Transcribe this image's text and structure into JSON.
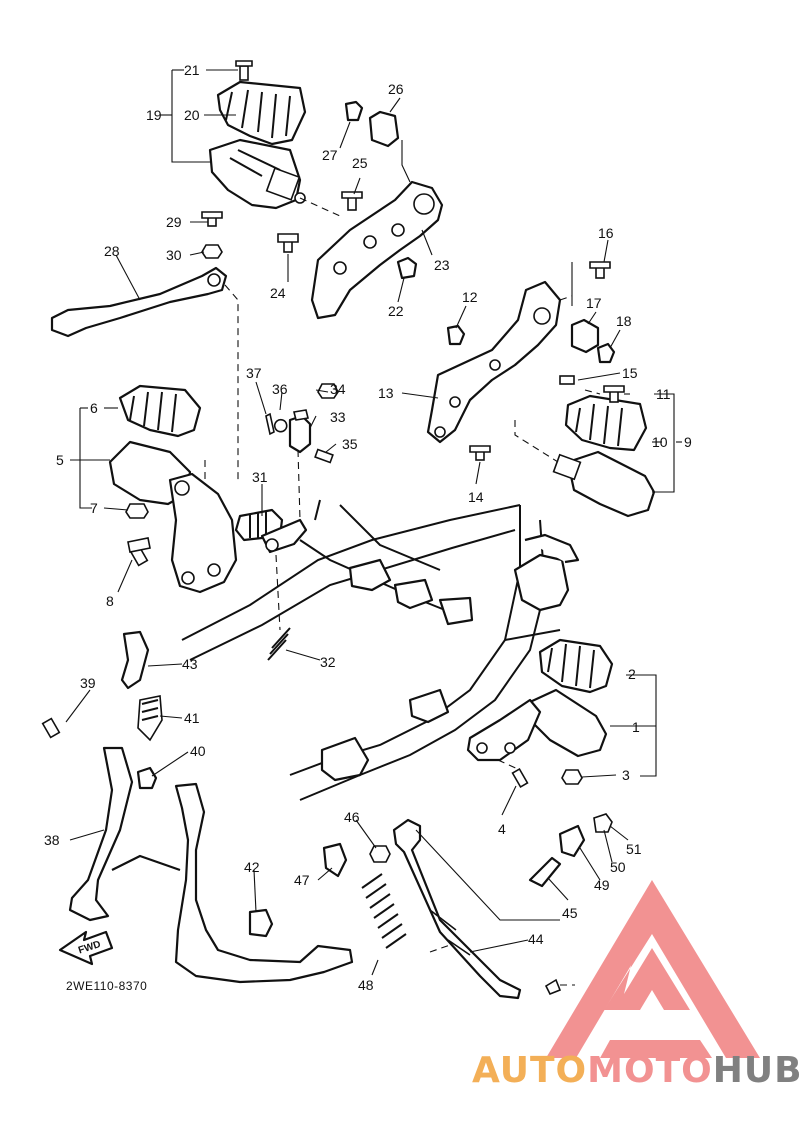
{
  "diagram": {
    "code": "2WE110-8370",
    "fwd_label": "FWD",
    "callouts": {
      "n1": "1",
      "n2": "2",
      "n3": "3",
      "n4": "4",
      "n5": "5",
      "n6": "6",
      "n7": "7",
      "n8": "8",
      "n9": "9",
      "n10": "10",
      "n11": "11",
      "n12": "12",
      "n13": "13",
      "n14": "14",
      "n15": "15",
      "n16": "16",
      "n17": "17",
      "n18": "18",
      "n19": "19",
      "n20": "20",
      "n21": "21",
      "n22": "22",
      "n23": "23",
      "n24": "24",
      "n25": "25",
      "n26": "26",
      "n27": "27",
      "n28": "28",
      "n29": "29",
      "n30": "30",
      "n31": "31",
      "n32": "32",
      "n33": "33",
      "n34": "34",
      "n35": "35",
      "n36": "36",
      "n37": "37",
      "n38": "38",
      "n39": "39",
      "n40": "40",
      "n41": "41",
      "n42": "42",
      "n43": "43",
      "n44": "44",
      "n45": "45",
      "n46": "46",
      "n47": "47",
      "n48": "48",
      "n49": "49",
      "n50": "50",
      "n51": "51"
    }
  },
  "watermark": {
    "text_part1": "AUTO",
    "text_part2": "MOTO",
    "text_part3": "HUB",
    "color_orange": "#f2a23a",
    "color_red": "#f08080",
    "color_gray": "#6a6a6a"
  }
}
